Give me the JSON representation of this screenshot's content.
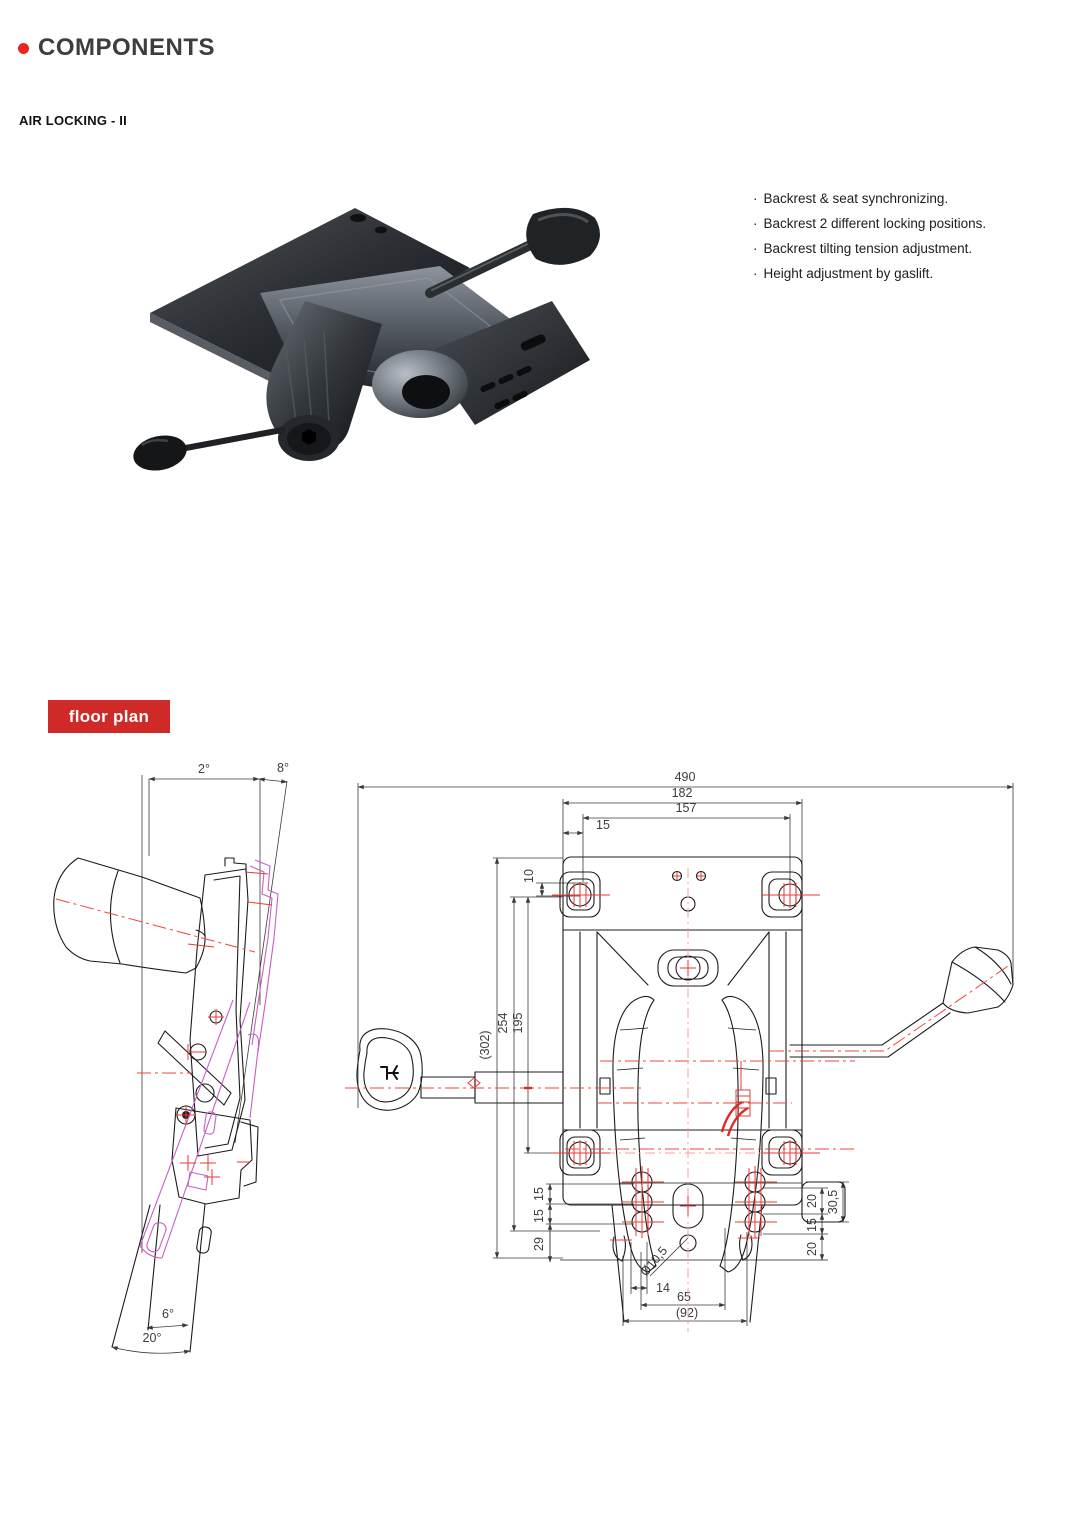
{
  "header": {
    "title": "COMPONENTS",
    "accent_color": "#e8251f"
  },
  "product": {
    "name": "AIR LOCKING - II",
    "bullet_char": "·",
    "features": [
      "Backrest & seat synchronizing.",
      "Backrest 2 different locking positions.",
      "Backrest tilting tension adjustment.",
      "Height adjustment by gaslift."
    ]
  },
  "floor_plan": {
    "label": "floor plan",
    "badge_color": "#cf2a27"
  },
  "side_view": {
    "angle_top_left": "2°",
    "angle_top_right": "8°",
    "angle_bottom_inner": "6°",
    "angle_bottom_outer": "20°"
  },
  "top_view": {
    "d490": "490",
    "d182": "182",
    "d157": "157",
    "d15_top": "15",
    "d10": "10",
    "d302": "(302)",
    "d254": "254",
    "d195": "195",
    "d15_a": "15",
    "d15_b": "15",
    "d29": "29",
    "d20_a": "20",
    "d30_5": "30,5",
    "d15_c": "15",
    "d20_b": "20",
    "dia": "Ø10,5",
    "d14": "14",
    "d65": "65",
    "d92": "(92)"
  }
}
